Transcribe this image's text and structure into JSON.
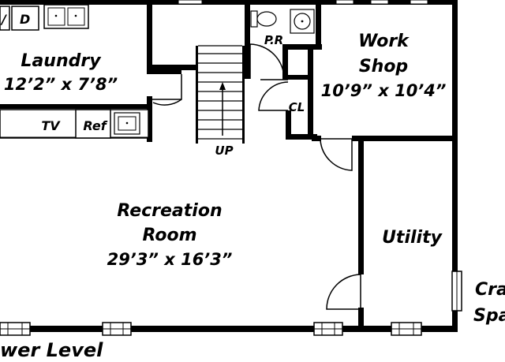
{
  "plan": {
    "rooms": {
      "laundry": {
        "name": "Laundry",
        "dims": "12’2” x 7’8”"
      },
      "workshop": {
        "name_line1": "Work",
        "name_line2": "Shop",
        "dims": "10’9” x 10’4”"
      },
      "recreation": {
        "name_line1": "Recreation",
        "name_line2": "Room",
        "dims": "29’3” x 16’3”"
      },
      "utility": {
        "name": "Utility"
      },
      "crawl": {
        "line1": "Cra",
        "line2": "Spa"
      }
    },
    "labels": {
      "dryer_fragment": "/",
      "washer": "D",
      "pr": "P.R",
      "closet": "CL",
      "stairs": "UP",
      "tv": "TV",
      "fridge": "Ref"
    },
    "footer": {
      "level": "wer Level"
    }
  }
}
